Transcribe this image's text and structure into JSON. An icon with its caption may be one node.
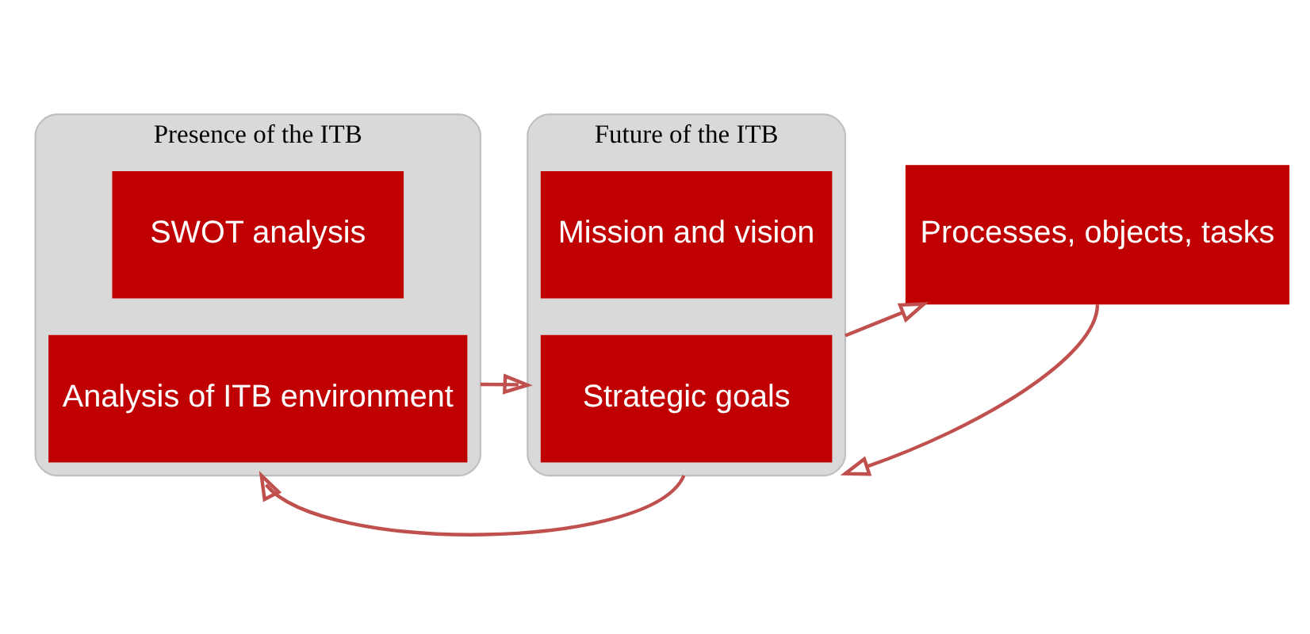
{
  "diagram": {
    "nodes": [
      {
        "text": [
          "Presence of the ITB"
        ]
      },
      {
        "text": [
          "SWOT analysis"
        ],
        "in": 0
      },
      {
        "text": [
          "Analysis of ITB environment"
        ],
        "in": 0
      },
      {
        "text": [
          "Future of the ITB"
        ]
      },
      {
        "text": [
          "Mission and vision"
        ],
        "in": 3
      },
      {
        "text": [
          "Strategic goals"
        ],
        "in": 3
      },
      {
        "text": [
          "Processes, objects, tasks"
        ]
      }
    ],
    "edges": [
      {
        "from": 0,
        "to": 3,
        "arrow": "to"
      },
      {
        "from": 3,
        "to": 6,
        "arrow": "to"
      },
      {
        "from": 3,
        "to": 0,
        "arrow": "to"
      },
      {
        "from": 6,
        "to": 3,
        "arrow": "to"
      }
    ]
  }
}
